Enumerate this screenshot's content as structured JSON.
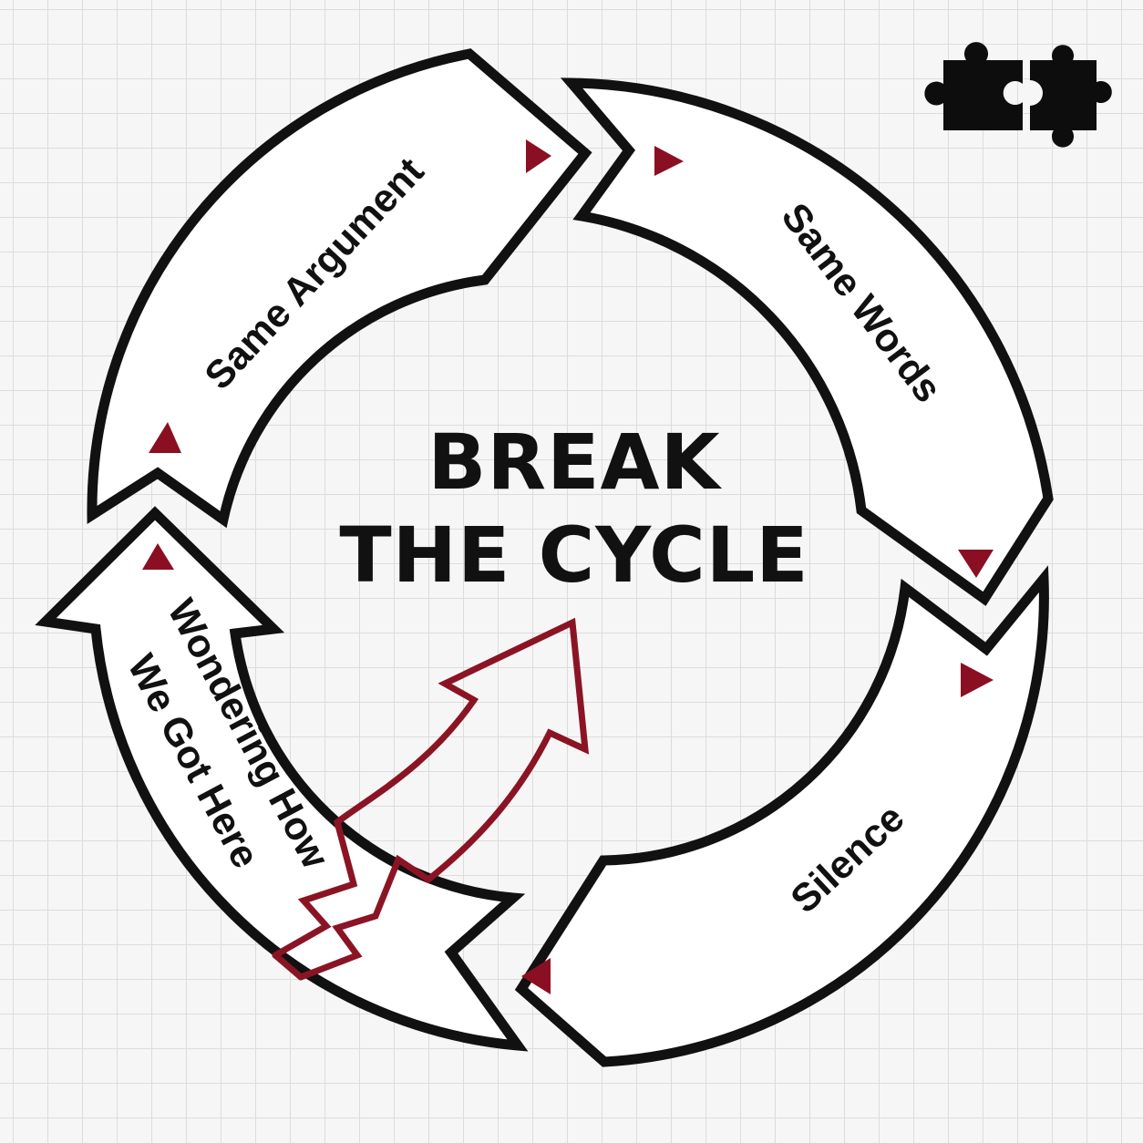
{
  "diagram": {
    "title_line_1": "BREAK",
    "title_line_2": "THE CYCLE",
    "stages": [
      {
        "label": "Same Argument"
      },
      {
        "label": "Same Words"
      },
      {
        "label": "Silence"
      },
      {
        "label_line_1": "Wondering How",
        "label_line_2": "We Got Here"
      }
    ],
    "icons": [
      "puzzle-pieces-icon",
      "breakout-arrow-icon",
      "direction-marker-icon"
    ],
    "colors": {
      "arrow_outline": "#111111",
      "arrow_fill": "#ffffff",
      "accent": "#8b0f23",
      "background": "#f6f6f6",
      "grid": "#dcdcdc"
    }
  }
}
